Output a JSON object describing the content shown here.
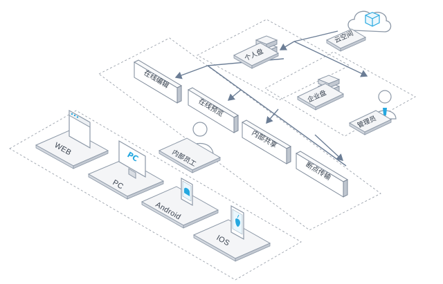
{
  "storage": {
    "cloud_space": "云空间",
    "personal_disk": "个人盘",
    "enterprise_disk": "企业盘",
    "admin": "管理员"
  },
  "features": {
    "online_edit": "在线编辑",
    "online_preview": "在线预览",
    "internal_share": "内部共享",
    "resume_transfer": "断点传输"
  },
  "users": {
    "internal_staff": "内部员工"
  },
  "clients": {
    "web": "WEB",
    "pc": "PC",
    "pc_screen_text": "PC",
    "android": "Android",
    "ios": "IOS"
  },
  "colors": {
    "accent": "#25a8e0",
    "line": "#6b7d95",
    "text": "#2f3a48"
  }
}
